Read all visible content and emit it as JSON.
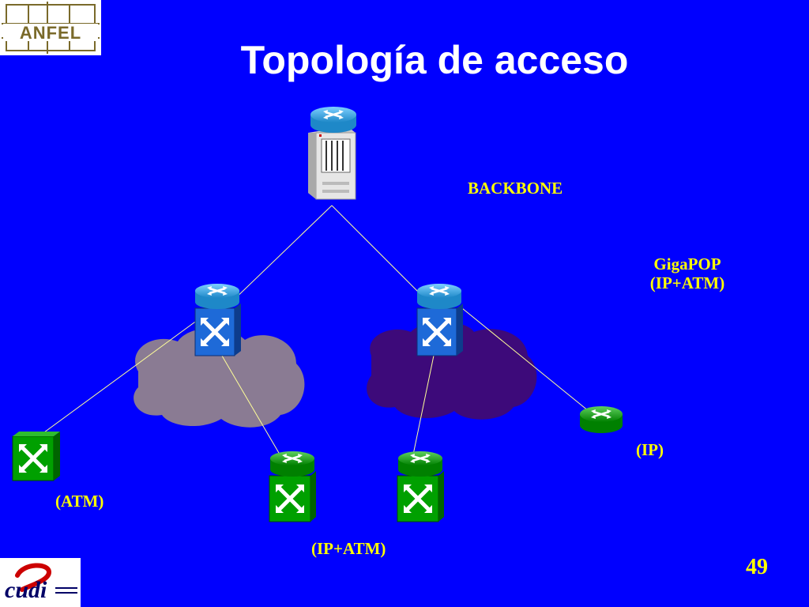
{
  "slide": {
    "title": "Topología de acceso",
    "page_number": "49"
  },
  "logos": {
    "top_left": "ANFEL",
    "bottom_left": "cudi"
  },
  "labels": {
    "backbone": "BACKBONE",
    "gigapop_line1": "GigaPOP",
    "gigapop_line2": "(IP+ATM)",
    "ip": "(IP)",
    "atm": "(ATM)",
    "ip_atm": "(IP+ATM)"
  },
  "colors": {
    "background": "#0000ff",
    "title": "#ffffff",
    "labels": "#ffff00",
    "link_lines": "#ffff99",
    "cloud_left": "#8a7b93",
    "cloud_right": "#3d0a7a",
    "router_blue": "#1e88c8",
    "switch_green": "#008000"
  }
}
